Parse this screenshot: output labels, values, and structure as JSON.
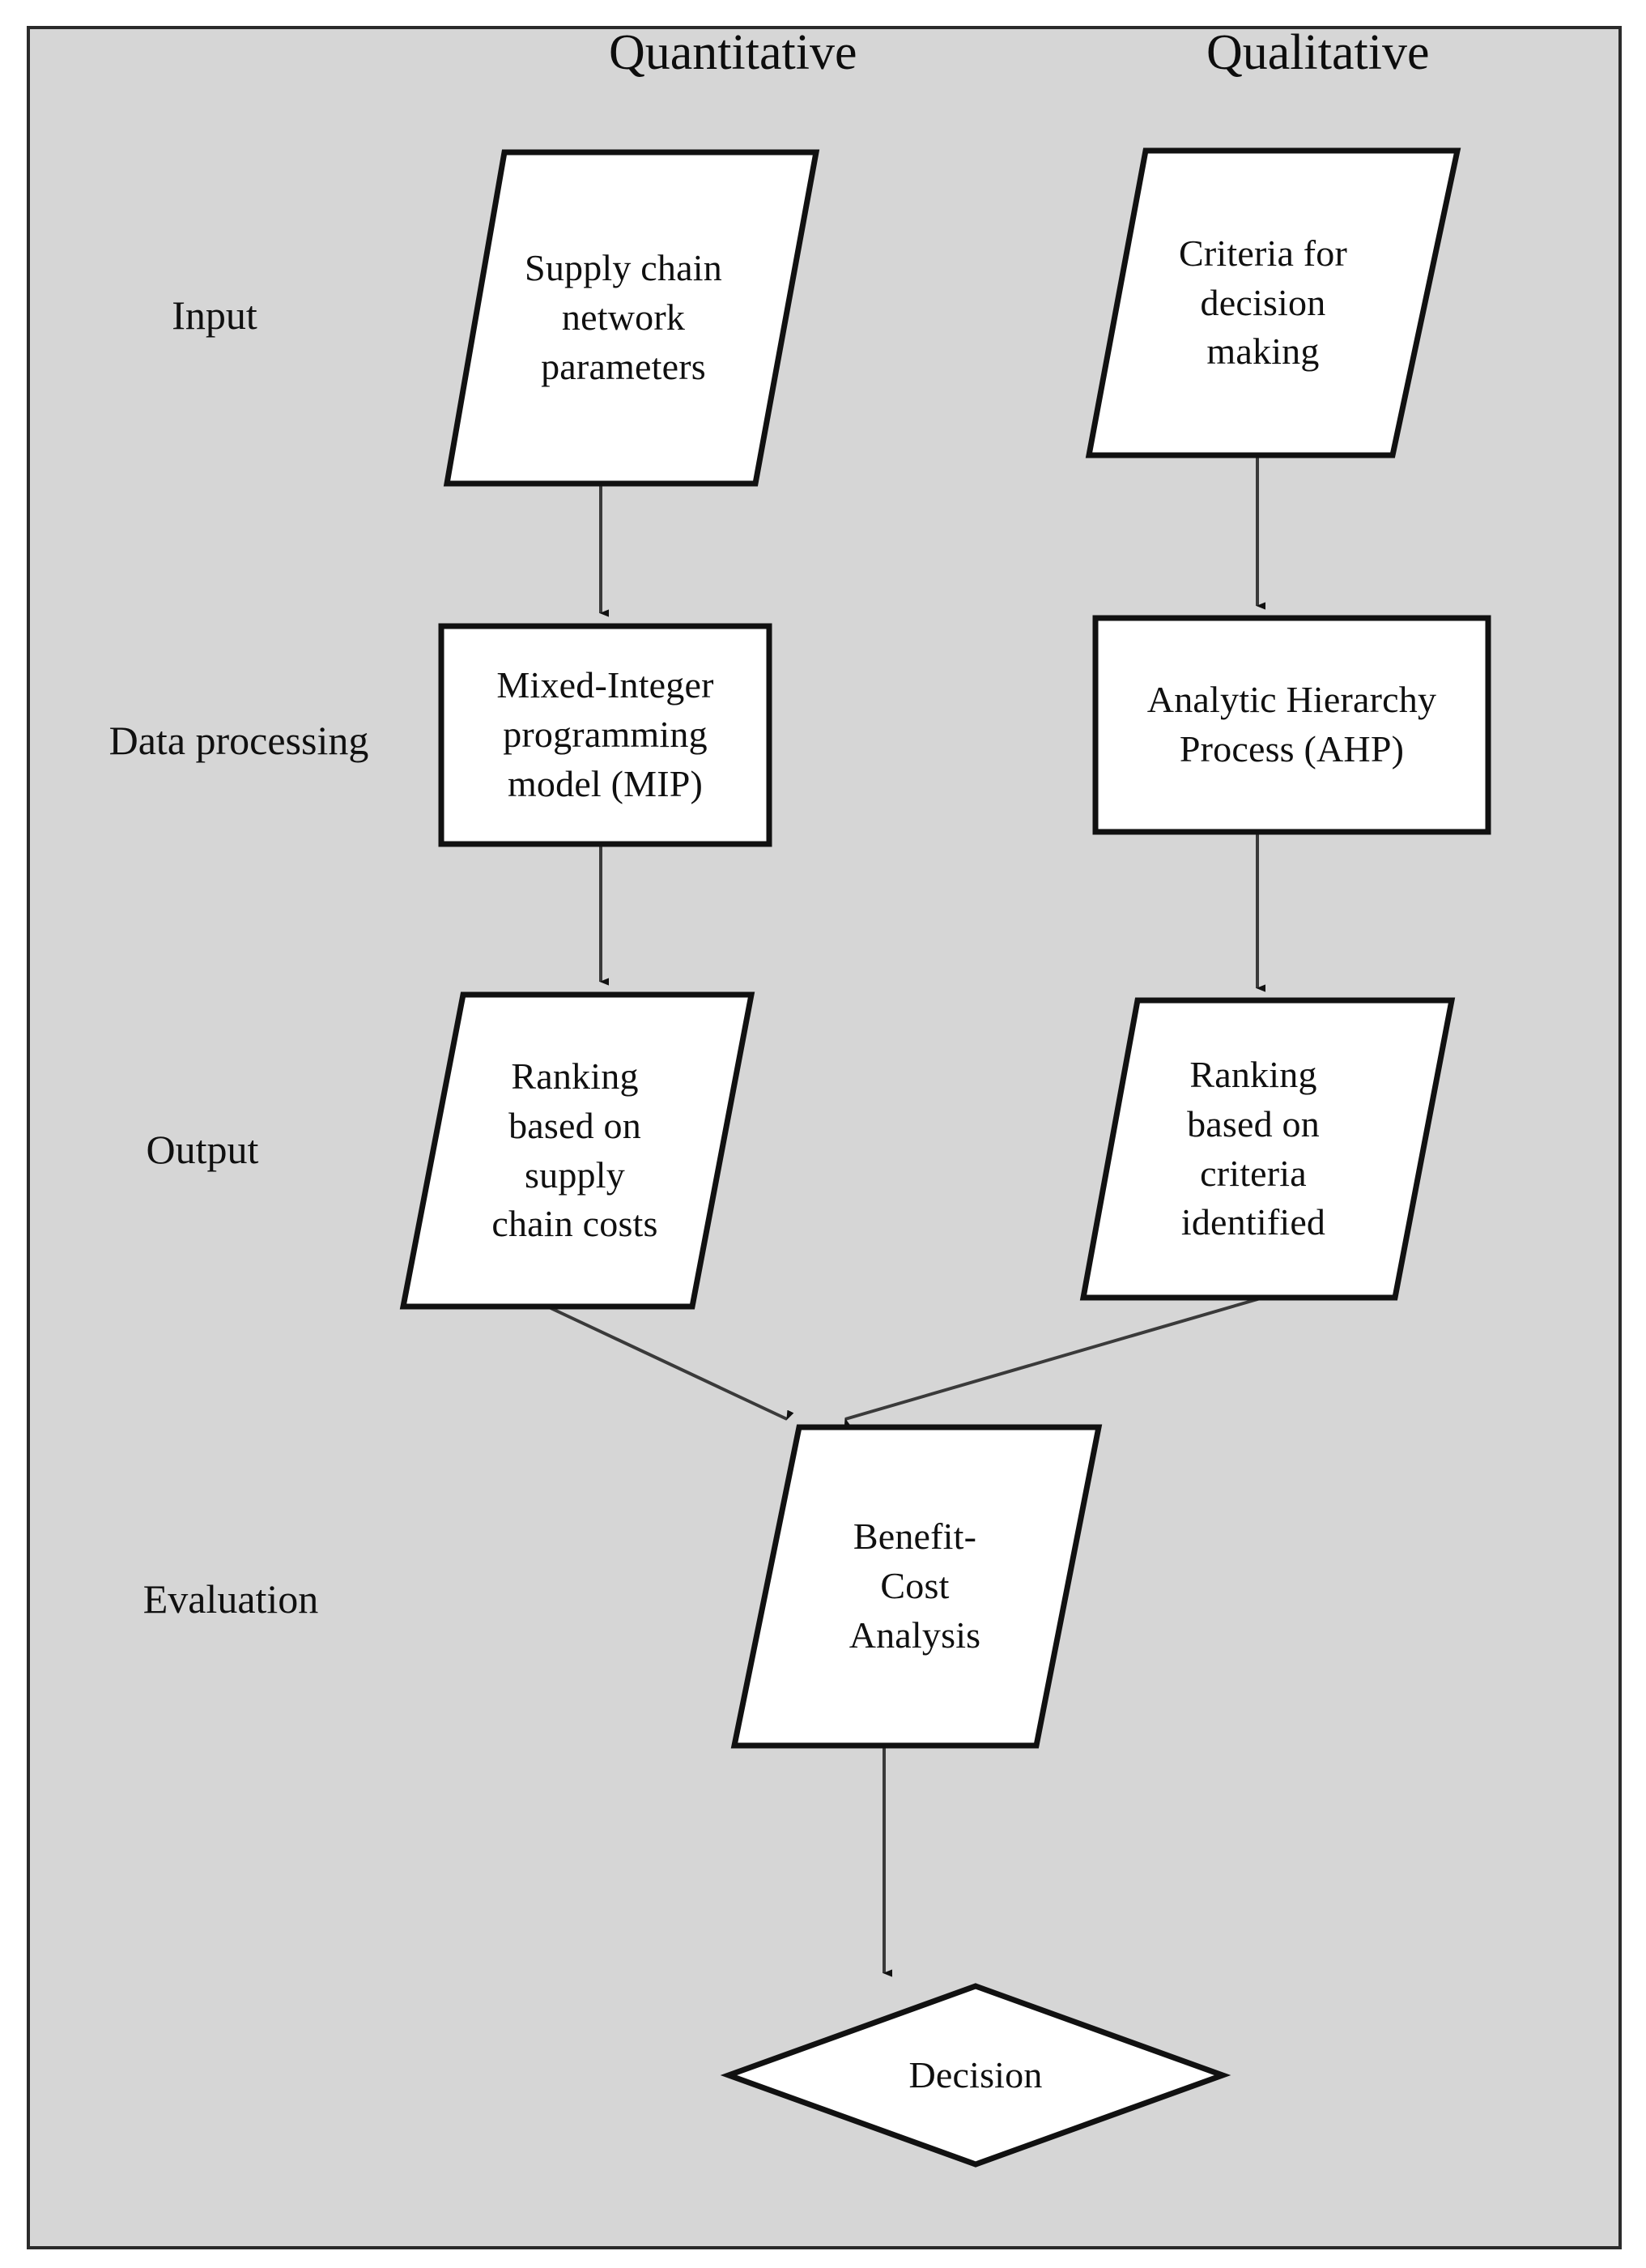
{
  "diagram": {
    "title_columns": [
      {
        "id": "quantitative",
        "label": "Quantitative"
      },
      {
        "id": "qualitative",
        "label": "Qualitative"
      }
    ],
    "stage_labels": [
      {
        "id": "input",
        "label": "Input"
      },
      {
        "id": "data-processing",
        "label": "Data processing"
      },
      {
        "id": "output",
        "label": "Output"
      },
      {
        "id": "evaluation",
        "label": "Evaluation"
      }
    ],
    "nodes": [
      {
        "id": "supply-chain-network-parameters",
        "shape": "parallelogram",
        "stage": "input",
        "column": "quantitative",
        "lines": [
          "Supply chain",
          "network",
          "parameters"
        ]
      },
      {
        "id": "criteria-for-decision-making",
        "shape": "parallelogram",
        "stage": "input",
        "column": "qualitative",
        "lines": [
          "Criteria for",
          "decision",
          "making"
        ]
      },
      {
        "id": "mixed-integer-programming-model",
        "shape": "rectangle",
        "stage": "data-processing",
        "column": "quantitative",
        "lines": [
          "Mixed-Integer",
          "programming",
          "model (MIP)"
        ]
      },
      {
        "id": "analytic-hierarchy-process",
        "shape": "rectangle",
        "stage": "data-processing",
        "column": "qualitative",
        "lines": [
          "Analytic Hierarchy",
          "Process (AHP)"
        ]
      },
      {
        "id": "ranking-supply-chain-costs",
        "shape": "parallelogram",
        "stage": "output",
        "column": "quantitative",
        "lines": [
          "Ranking",
          "based on",
          "supply",
          "chain costs"
        ]
      },
      {
        "id": "ranking-criteria-identified",
        "shape": "parallelogram",
        "stage": "output",
        "column": "qualitative",
        "lines": [
          "Ranking",
          "based on",
          "criteria",
          "identified"
        ]
      },
      {
        "id": "benefit-cost-analysis",
        "shape": "parallelogram",
        "stage": "evaluation",
        "column": "center",
        "lines": [
          "Benefit-",
          "Cost",
          "Analysis"
        ]
      },
      {
        "id": "decision",
        "shape": "diamond",
        "stage": "decision",
        "column": "center",
        "lines": [
          "Decision"
        ]
      }
    ],
    "edges": [
      {
        "from": "supply-chain-network-parameters",
        "to": "mixed-integer-programming-model",
        "style": "arrow"
      },
      {
        "from": "criteria-for-decision-making",
        "to": "analytic-hierarchy-process",
        "style": "arrow"
      },
      {
        "from": "mixed-integer-programming-model",
        "to": "ranking-supply-chain-costs",
        "style": "arrow"
      },
      {
        "from": "analytic-hierarchy-process",
        "to": "ranking-criteria-identified",
        "style": "arrow"
      },
      {
        "from": "ranking-supply-chain-costs",
        "to": "benefit-cost-analysis",
        "style": "arrow"
      },
      {
        "from": "ranking-criteria-identified",
        "to": "benefit-cost-analysis",
        "style": "arrow"
      },
      {
        "from": "benefit-cost-analysis",
        "to": "decision",
        "style": "arrow"
      }
    ],
    "colors": {
      "canvas": "#d6d6d6",
      "node_fill": "#ffffff",
      "node_stroke": "#111111",
      "edge_stroke": "#3a3a3a",
      "text": "#101010",
      "frame_border": "#2b2b2b"
    }
  }
}
